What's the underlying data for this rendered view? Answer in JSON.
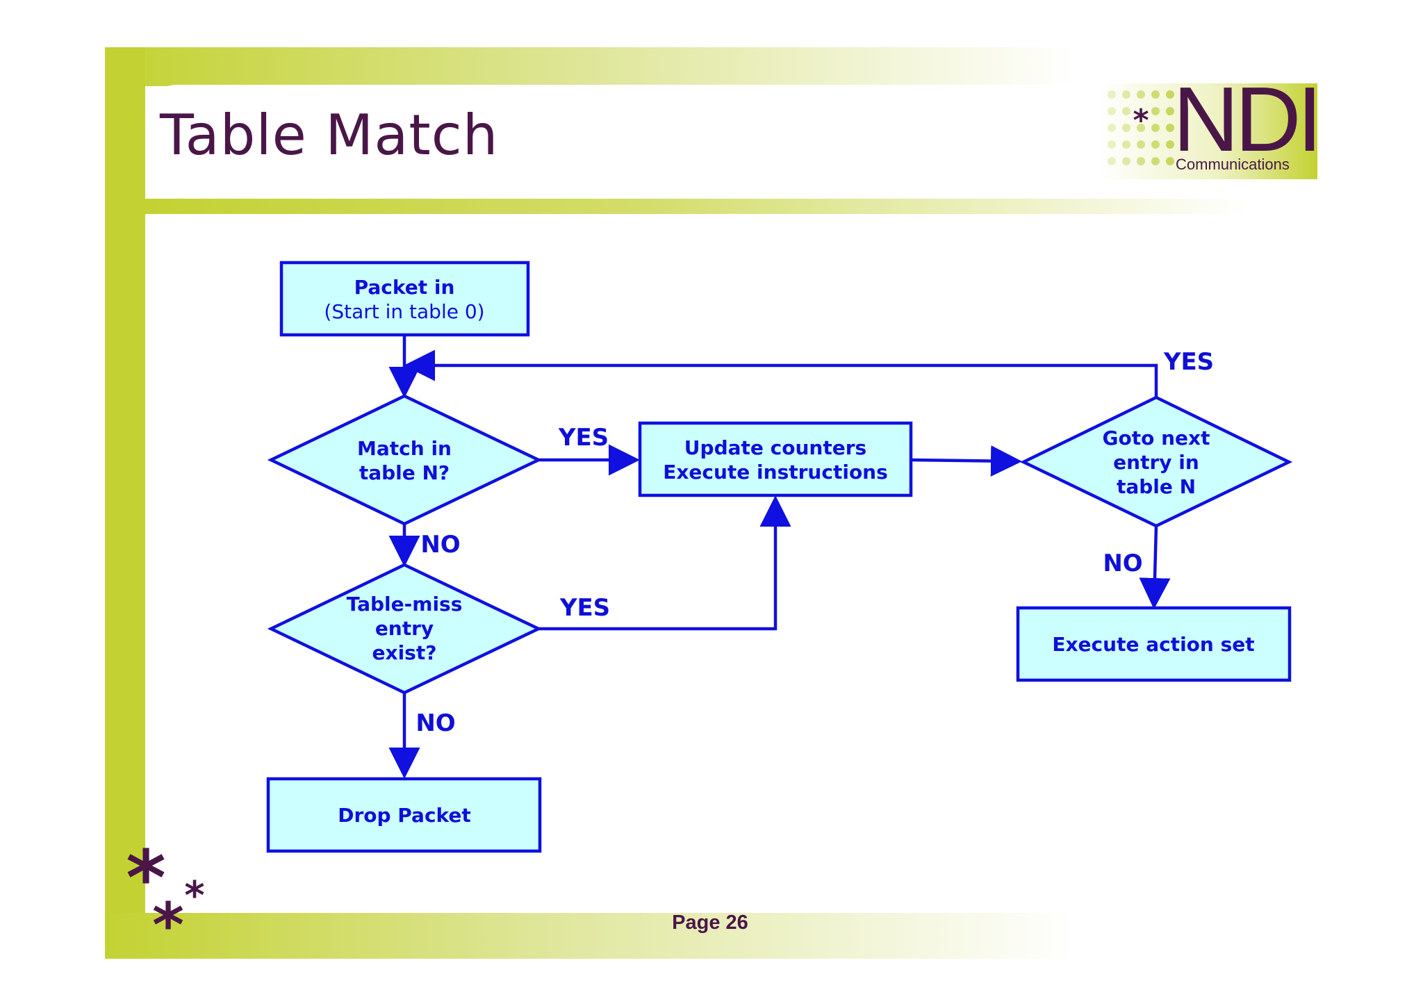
{
  "slide": {
    "title": "Table Match",
    "page_label": "Page 26"
  },
  "logo": {
    "main": "NDI",
    "sub": "Communications"
  },
  "colors": {
    "accent_green": "#c3d232",
    "brand_purple": "#4a1648",
    "node_fill": "#ccffff",
    "node_stroke": "#1010e0"
  },
  "diagram": {
    "nodes": {
      "packet_in": [
        "Packet in",
        "(Start in table 0)"
      ],
      "match_table": [
        "Match in",
        "table N?"
      ],
      "update_counters": [
        "Update counters",
        "Execute instructions"
      ],
      "goto_next": [
        "Goto next",
        "entry in",
        "table N"
      ],
      "table_miss": [
        "Table-miss",
        "entry",
        "exist?"
      ],
      "execute_action_set": [
        "Execute action set"
      ],
      "drop_packet": [
        "Drop Packet"
      ]
    },
    "edge_labels": {
      "match_yes": "YES",
      "match_no": "NO",
      "miss_yes": "YES",
      "miss_no": "NO",
      "goto_yes": "YES",
      "goto_no": "NO"
    }
  }
}
